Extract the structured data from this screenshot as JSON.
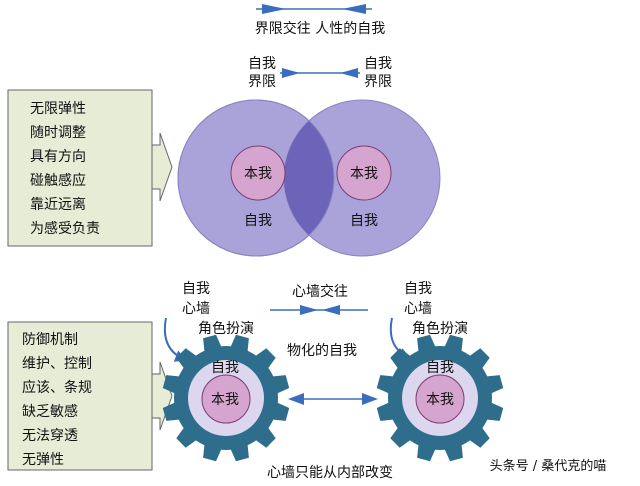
{
  "top": {
    "header": "界限交往 人性的自我",
    "boundary_left": [
      "自我",
      "界限"
    ],
    "boundary_right": [
      "自我",
      "界限"
    ],
    "inner_left": "本我",
    "inner_right": "本我",
    "self_left": "自我",
    "self_right": "自我",
    "traits": [
      "无限弹性",
      "随时调整",
      "具有方向",
      "碰触感应",
      "靠近远离",
      "为感受负责"
    ]
  },
  "bottom": {
    "wall_exchange": "心墙交往",
    "objectified_self": "物化的自我",
    "footer": "心墙只能从内部改变",
    "wall_left": [
      "自我",
      "心墙"
    ],
    "wall_right": [
      "自我",
      "心墙"
    ],
    "role_left": "角色扮演",
    "role_right": "角色扮演",
    "self_left": "自我",
    "self_right": "自我",
    "inner_left": "本我",
    "inner_right": "本我",
    "traits": [
      "防御机制",
      "维护、控制",
      "应该、条规",
      "缺乏敏感",
      "无法穿透",
      "无弹性"
    ]
  },
  "watermark": "头条号 / 桑代克的喵",
  "colors": {
    "outer_circle": "#a9a3d9",
    "overlap": "#6b64b8",
    "inner_circle": "#d6a5cf",
    "box_fill": "#e6ecd6",
    "gear": "#2f6d8c",
    "gear_ring": "#dcd6ee",
    "arrow": "#3a6ebd"
  }
}
